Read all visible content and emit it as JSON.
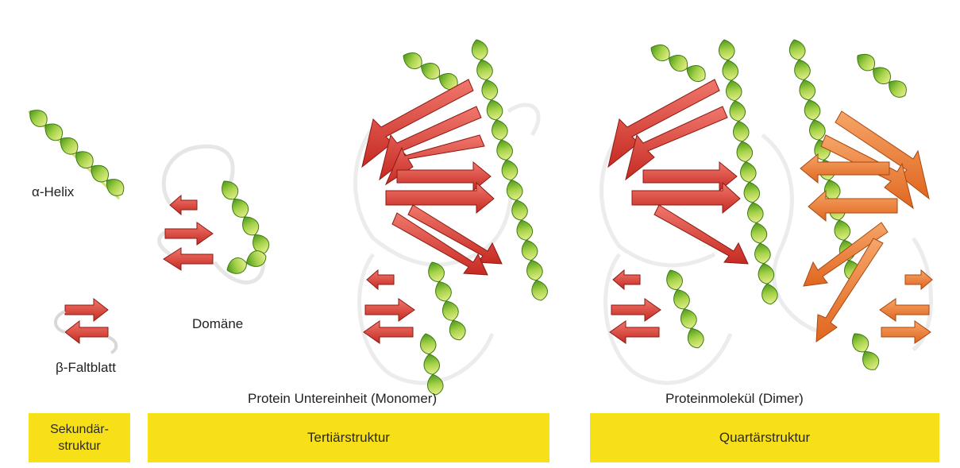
{
  "labels": {
    "helix": "α-Helix",
    "sheet": "β-Faltblatt",
    "domain": "Domäne",
    "monomer": "Protein Untereinheit (Monomer)",
    "dimer": "Proteinmolekül (Dimer)"
  },
  "levels": {
    "secondary_line1": "Sekundär-",
    "secondary_line2": "struktur",
    "tertiary": "Tertiärstruktur",
    "quaternary": "Quartärstruktur"
  },
  "colors": {
    "helix_green": "#8cc63f",
    "helix_dark_green": "#4e9a1c",
    "helix_pale": "#e8ef9a",
    "strand_red": "#d9342b",
    "strand_light_red": "#f28a80",
    "strand_orange": "#ef7a2c",
    "loop_white": "#f4f4f4",
    "bar_yellow": "#f7e017"
  }
}
